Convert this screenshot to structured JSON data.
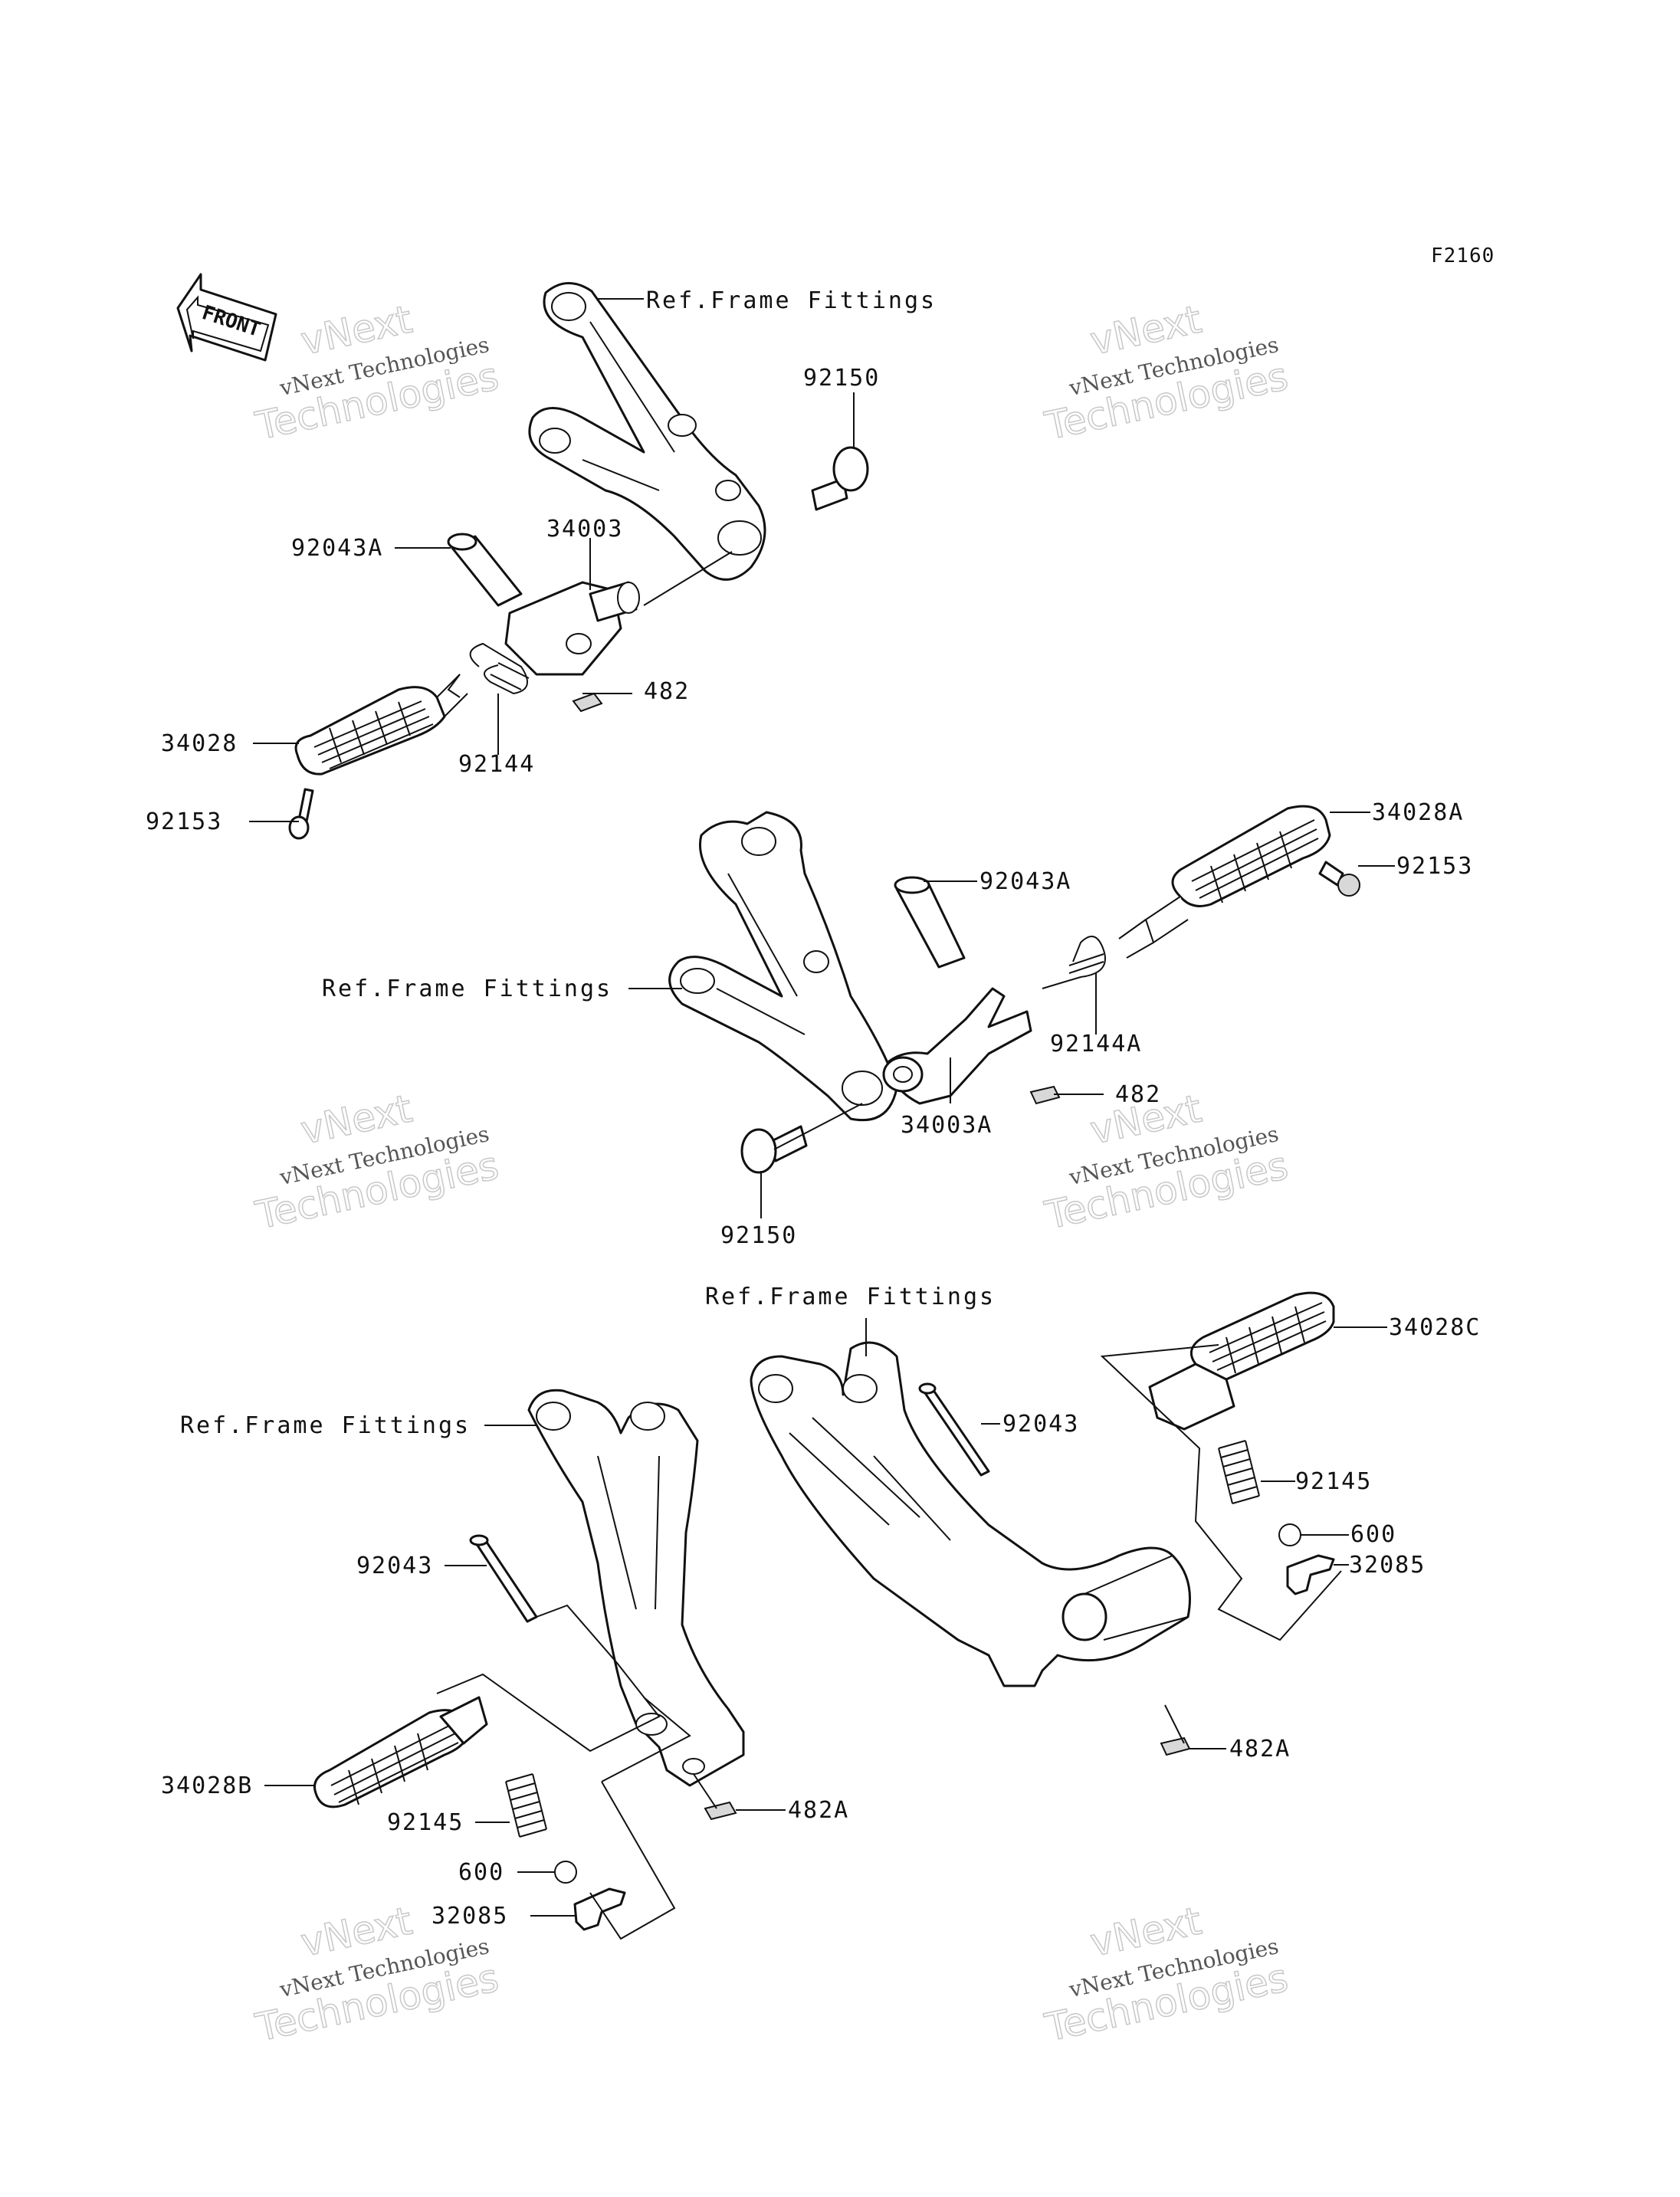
{
  "diagram_code": "F2160",
  "front_arrow": {
    "label": "FRONT",
    "icon": "front-direction-arrow-icon"
  },
  "watermarks": [
    {
      "line1": "vNext",
      "line2": "vNext Technologies",
      "line3": "Technologies"
    },
    {
      "line1": "vNext",
      "line2": "vNext Technologies",
      "line3": "Technologies"
    },
    {
      "line1": "vNext",
      "line2": "vNext Technologies",
      "line3": "Technologies"
    },
    {
      "line1": "vNext",
      "line2": "vNext Technologies",
      "line3": "Technologies"
    },
    {
      "line1": "vNext",
      "line2": "vNext Technologies",
      "line3": "Technologies"
    },
    {
      "line1": "vNext",
      "line2": "vNext Technologies",
      "line3": "Technologies"
    }
  ],
  "ref_labels": [
    "Ref.Frame Fittings",
    "Ref.Frame Fittings",
    "Ref.Frame Fittings",
    "Ref.Frame Fittings"
  ],
  "part_labels": [
    "92150",
    "92043A",
    "34003",
    "482",
    "34028",
    "92144",
    "92153",
    "34028A",
    "92153",
    "92043A",
    "92144A",
    "482",
    "34003A",
    "92150",
    "34028C",
    "92043",
    "92145",
    "600",
    "32085",
    "482A",
    "92043",
    "34028B",
    "482A",
    "92145",
    "600",
    "32085"
  ]
}
